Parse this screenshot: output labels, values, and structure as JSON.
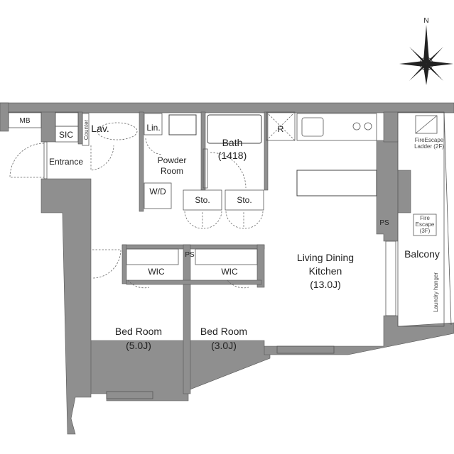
{
  "compass": {
    "north_label": "N"
  },
  "rooms": {
    "mb": "MB",
    "sic": "SIC",
    "counter": "Counter",
    "lav": "Lav.",
    "entrance": "Entrance",
    "lin": "Lin.",
    "powder_room": [
      "Powder",
      "Room"
    ],
    "wd": "W/D",
    "bath": [
      "Bath",
      "(1418)"
    ],
    "sto1": "Sto.",
    "sto2": "Sto.",
    "r": "R",
    "ps1": "PS",
    "ps2": "PS",
    "wic1": "WIC",
    "wic2": "WIC",
    "ldk": [
      "Living Dining",
      "Kitchen",
      "(13.0J)"
    ],
    "bed1": [
      "Bed Room",
      "(5.0J)"
    ],
    "bed2": [
      "Bed Room",
      "(3.0J)"
    ],
    "balcony": "Balcony",
    "fire_ladder": [
      "FireEscape",
      "Ladder (2F)"
    ],
    "fire_escape": [
      "Fire",
      "Escape",
      "(3F)"
    ],
    "laundry": "Laundry hanger"
  }
}
